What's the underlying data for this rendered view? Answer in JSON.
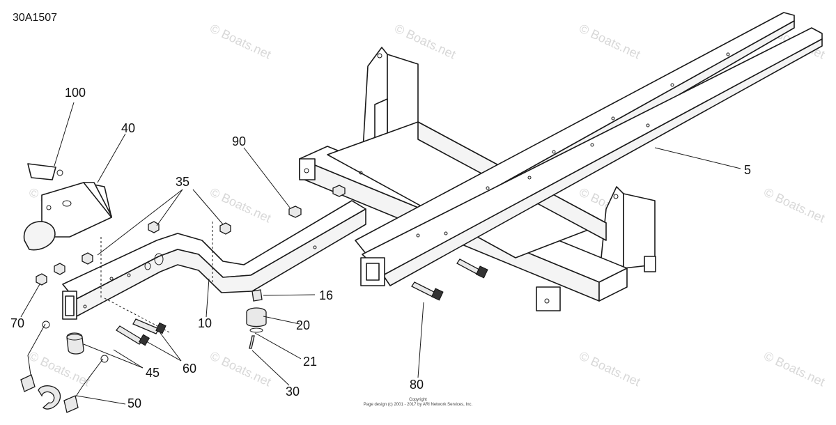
{
  "diagram_code": "30A1507",
  "watermark": "© Boats.net",
  "copyright": {
    "heading": "Copyright",
    "line": "Page design (c) 2001 - 2017 by ARI Network Services, Inc."
  },
  "callouts": [
    "100",
    "40",
    "35",
    "90",
    "5",
    "16",
    "20",
    "21",
    "10",
    "70",
    "45",
    "60",
    "30",
    "80",
    "50"
  ]
}
